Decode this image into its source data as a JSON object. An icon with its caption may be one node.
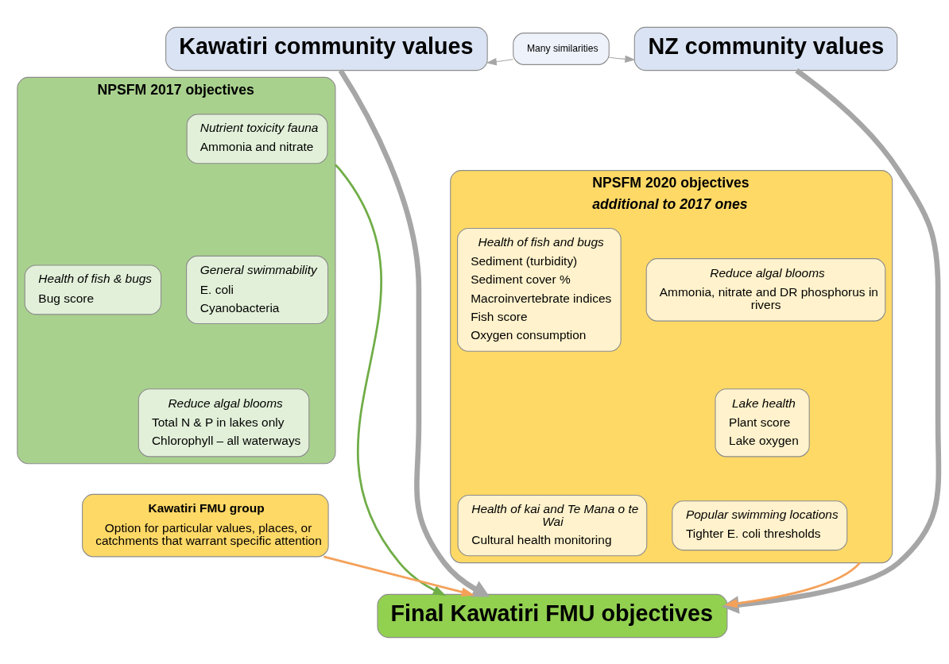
{
  "diagram": {
    "nodes": [
      {
        "text": [
          "Kawatiri community values"
        ]
      },
      {
        "text": [
          "Many similarities"
        ]
      },
      {
        "text": [
          "NZ community values"
        ]
      },
      {
        "text": [
          "NPSFM 2017 objectives"
        ]
      },
      {
        "text": [
          "Nutrient toxicity fauna",
          "Ammonia and nitrate"
        ],
        "in": 3
      },
      {
        "text": [
          "General swimmability",
          "E. coli",
          "Cyanobacteria"
        ],
        "in": 3
      },
      {
        "text": [
          "Health of fish & bugs",
          "Bug score"
        ],
        "in": 3
      },
      {
        "text": [
          "Reduce algal blooms",
          "Total N & P in lakes only",
          "Chlorophyll – all waterways"
        ],
        "in": 3
      },
      {
        "text": [
          "NPSFM 2020 objectives",
          "additional to 2017 ones"
        ]
      },
      {
        "text": [
          "Reduce algal blooms",
          "Ammonia, nitrate and DR phosphorus in rivers"
        ],
        "in": 8
      },
      {
        "text": [
          "Health of fish and bugs",
          "Sediment (turbidity)",
          "Sediment cover %",
          "Macroinvertebrate indices",
          "Fish score",
          "Oxygen consumption"
        ],
        "in": 8
      },
      {
        "text": [
          "Lake health",
          "Plant score",
          "Lake oxygen"
        ],
        "in": 8
      },
      {
        "text": [
          "Popular swimming locations",
          "Tighter E. coli thresholds"
        ],
        "in": 8
      },
      {
        "text": [
          "Health of kai and Te Mana o te Wai",
          "Cultural health monitoring"
        ],
        "in": 8
      },
      {
        "text": [
          "Kawatiri FMU group",
          "Option for particular values, places, or catchments that warrant specific attention"
        ]
      },
      {
        "text": [
          "Final Kawatiri FMU objectives"
        ]
      }
    ],
    "edges": [
      {
        "from": 1,
        "to": 0,
        "arrow": "to"
      },
      {
        "from": 1,
        "to": 2,
        "arrow": "to"
      },
      {
        "from": 0,
        "to": 15,
        "arrow": "to",
        "style": "thick"
      },
      {
        "from": 2,
        "to": 15,
        "arrow": "to",
        "style": "thick"
      },
      {
        "from": 3,
        "to": 15,
        "arrow": "to",
        "color": "#70ad47"
      },
      {
        "from": 8,
        "to": 15,
        "arrow": "to",
        "color": "#f4a15a"
      },
      {
        "from": 14,
        "to": 15,
        "arrow": "to",
        "color": "#f4a15a"
      }
    ]
  }
}
